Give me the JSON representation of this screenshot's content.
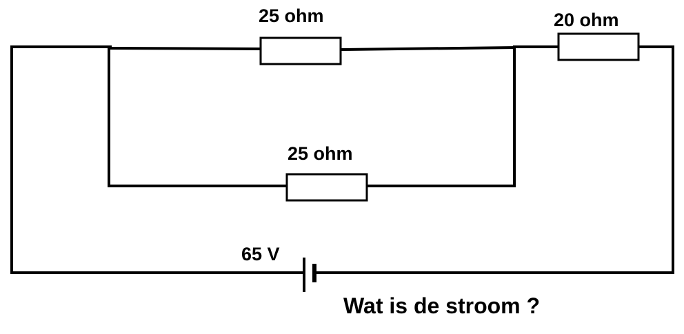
{
  "resistors": {
    "top": {
      "label": "25 ohm"
    },
    "bottom": {
      "label": "25 ohm"
    },
    "series": {
      "label": "20 ohm"
    }
  },
  "battery": {
    "label": "65 V"
  },
  "question": "Wat is de stroom ?"
}
